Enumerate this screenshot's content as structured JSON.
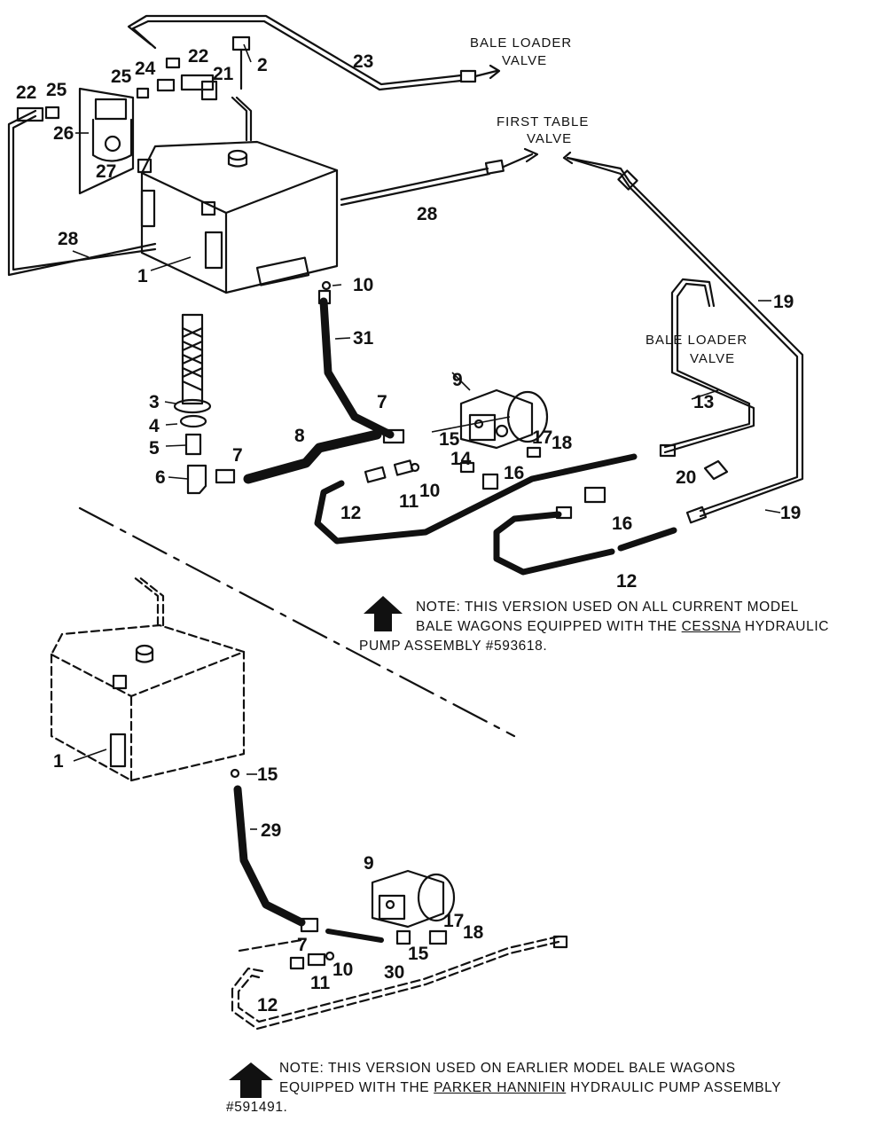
{
  "callouts": {
    "bale_loader_valve_top": [
      "BALE LOADER",
      "VALVE"
    ],
    "first_table_valve": [
      "FIRST TABLE",
      "VALVE"
    ],
    "bale_loader_valve_mid": [
      "BALE LOADER",
      "VALVE"
    ]
  },
  "part_numbers_top": [
    "22",
    "25",
    "26",
    "27",
    "24",
    "22",
    "25",
    "21",
    "2",
    "23",
    "28",
    "1",
    "28",
    "10",
    "31",
    "3",
    "4",
    "5",
    "6",
    "7",
    "8",
    "7",
    "9",
    "15",
    "14",
    "17",
    "18",
    "16",
    "12",
    "11",
    "10",
    "19",
    "13",
    "20",
    "16",
    "12",
    "19"
  ],
  "part_numbers_bottom": [
    "1",
    "15",
    "29",
    "9",
    "7",
    "17",
    "18",
    "15",
    "10",
    "11",
    "30",
    "12"
  ],
  "note_cessna": {
    "line1": "NOTE: THIS VERSION USED ON ALL CURRENT MODEL",
    "line2_pre": "BALE WAGONS EQUIPPED WITH THE ",
    "line2_u": "CESSNA",
    "line2_post": " HYDRAULIC",
    "line3": "PUMP ASSEMBLY #593618."
  },
  "note_parker": {
    "line1": "NOTE: THIS VERSION USED ON EARLIER MODEL BALE WAGONS",
    "line2_pre": "EQUIPPED WITH THE ",
    "line2_u": "PARKER HANNIFIN",
    "line2_post": " HYDRAULIC PUMP ASSEMBLY",
    "line3": "#591491."
  }
}
